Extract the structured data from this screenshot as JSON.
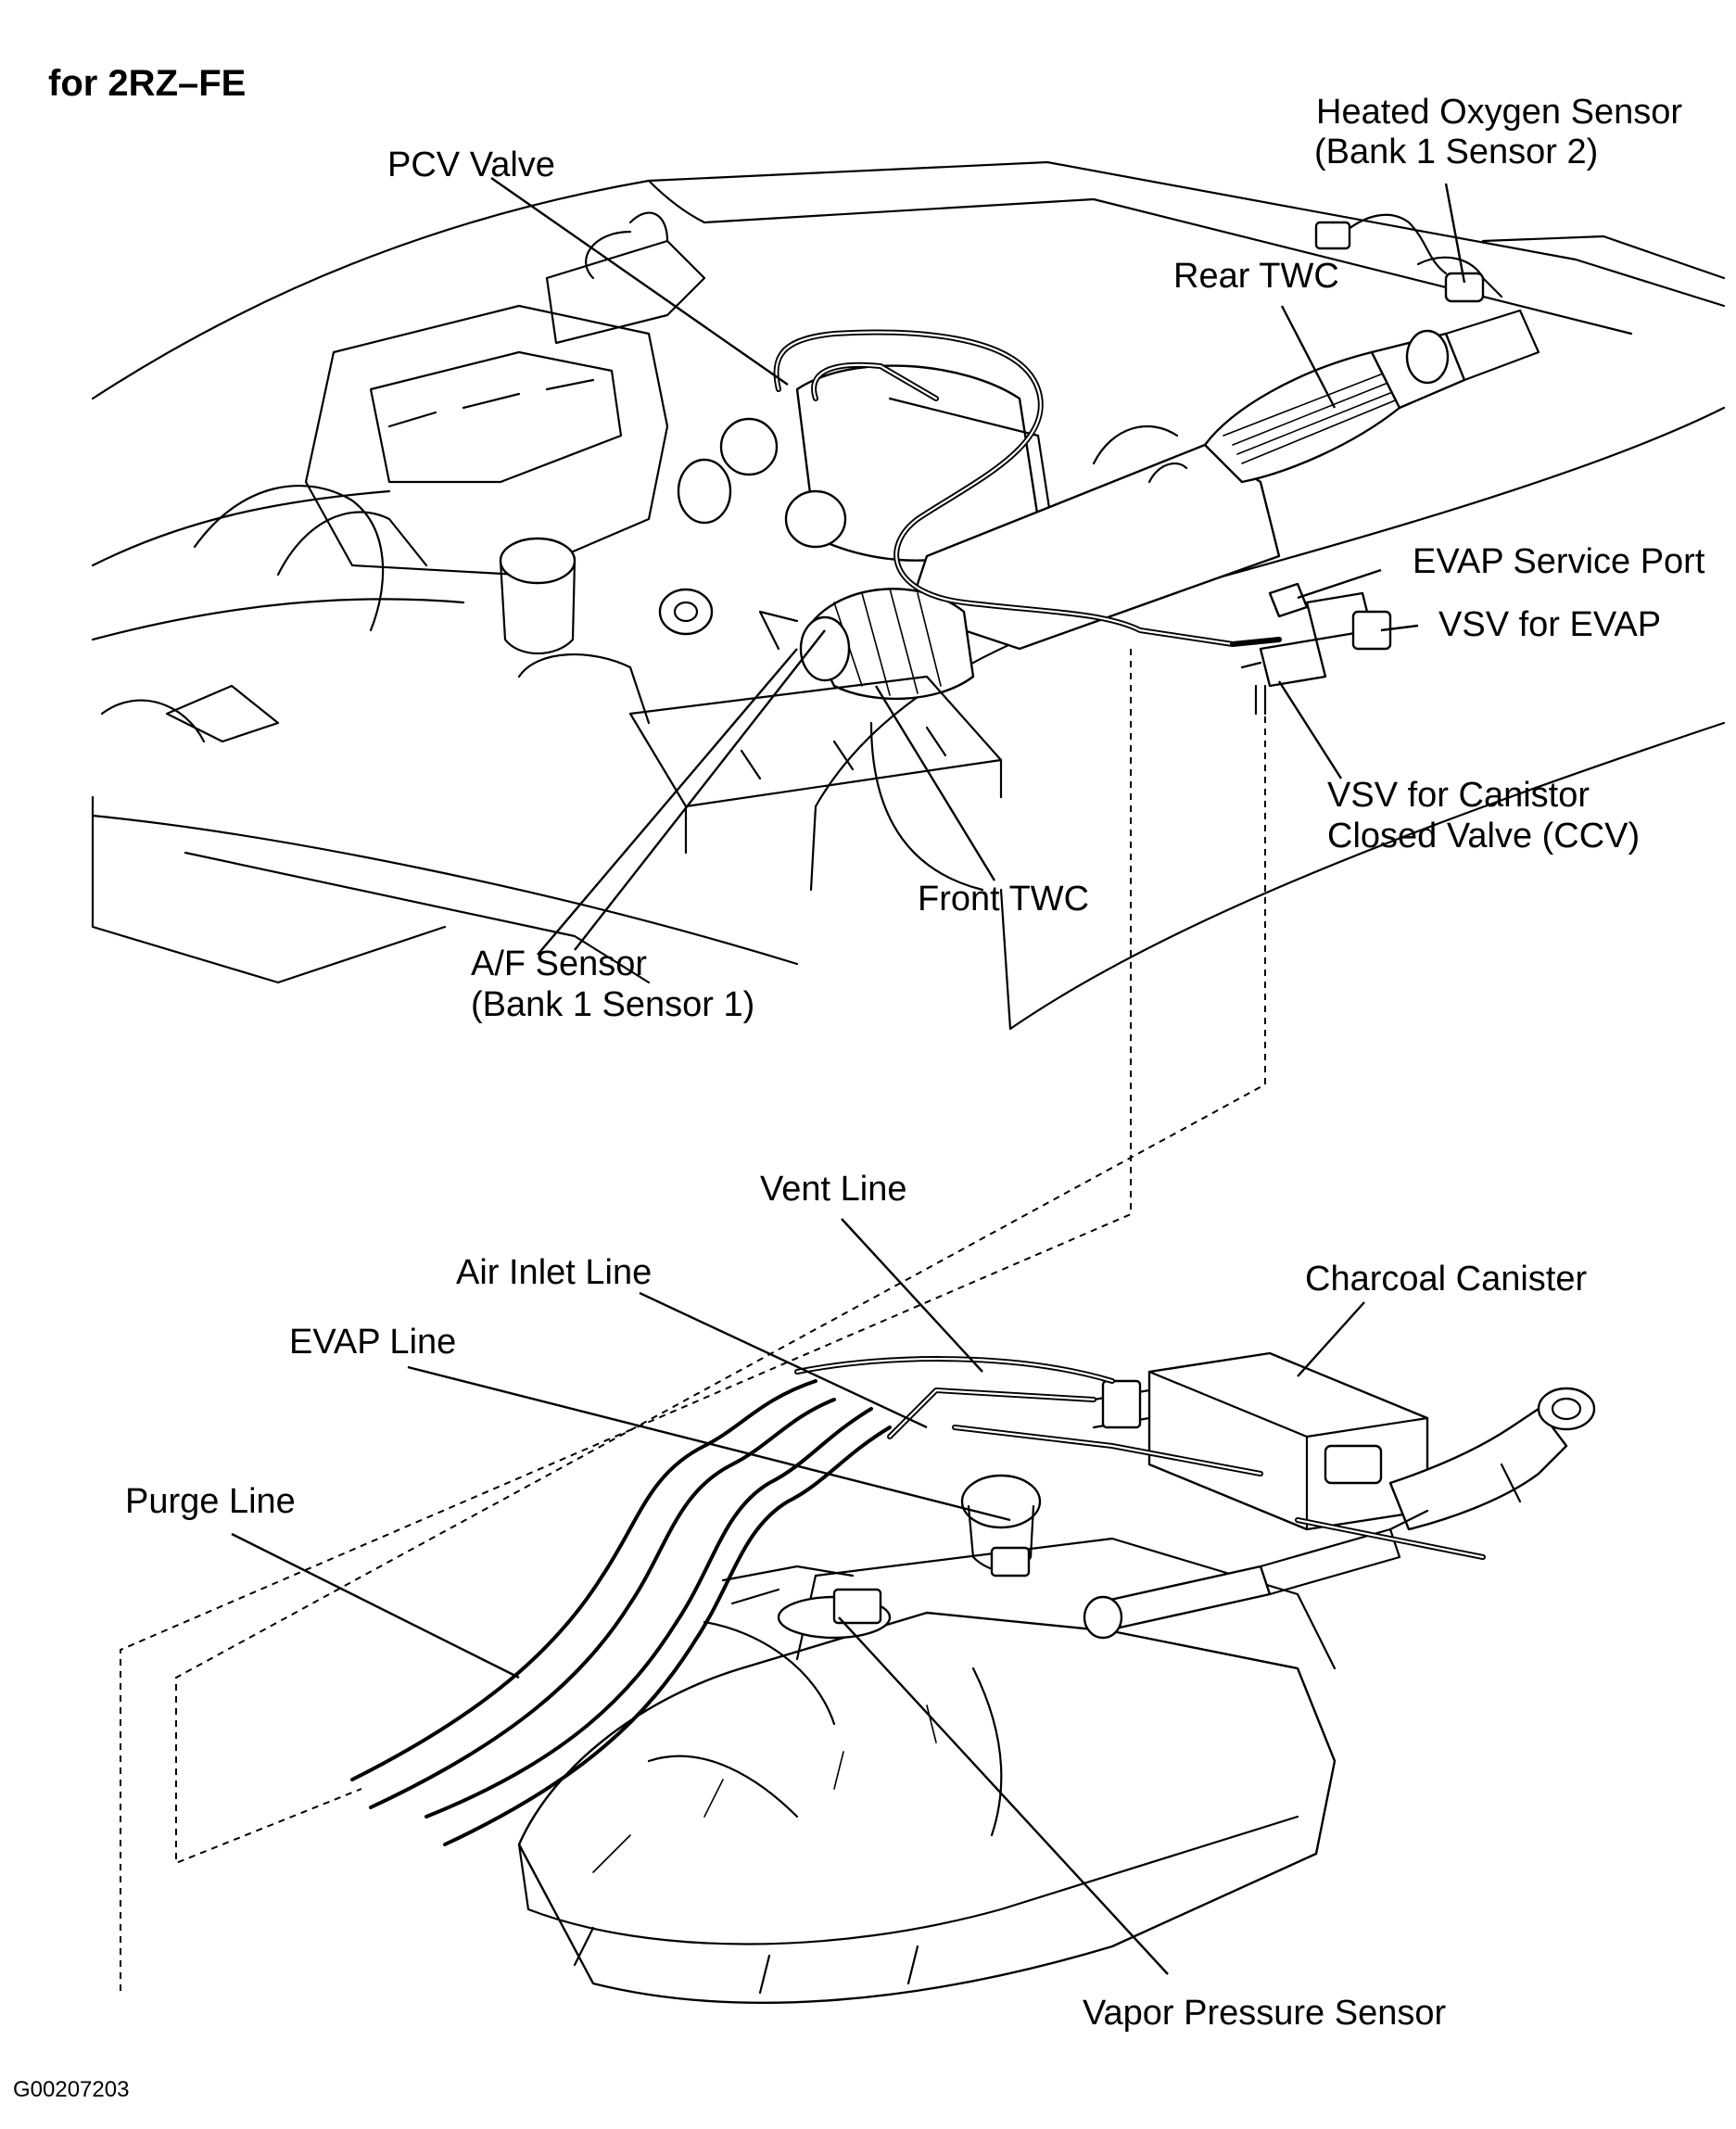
{
  "header": {
    "engine_label": "for 2RZ–FE"
  },
  "labels": {
    "pcv_valve": "PCV Valve",
    "ho2s_line1": "Heated Oxygen Sensor",
    "ho2s_line2": "(Bank 1 Sensor 2)",
    "rear_twc": "Rear TWC",
    "evap_service_port": "EVAP Service Port",
    "vsv_evap": "VSV for EVAP",
    "vsv_ccv_line1": "VSV for Canistor",
    "vsv_ccv_line2": "Closed Valve (CCV)",
    "front_twc": "Front TWC",
    "af_sensor_line1": "A/F Sensor",
    "af_sensor_line2": "(Bank 1 Sensor 1)",
    "vent_line": "Vent Line",
    "air_inlet_line": "Air Inlet Line",
    "charcoal_canister": "Charcoal Canister",
    "evap_line": "EVAP Line",
    "purge_line": "Purge Line",
    "vapor_pressure_sensor": "Vapor Pressure Sensor"
  },
  "figure_id": "G00207203"
}
